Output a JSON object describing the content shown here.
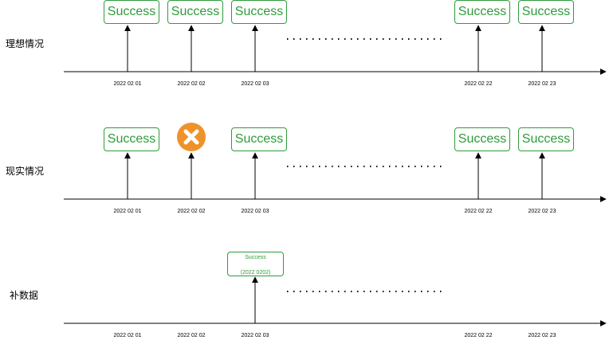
{
  "colors": {
    "success": "#2e9c3a",
    "failure": "#f0922a",
    "axis": "#000000"
  },
  "rows": [
    {
      "label": "理想情况",
      "dates": [
        "2022 02 01",
        "2022 02 02",
        "2022 02 03",
        "2022 02 22",
        "2022 02 23"
      ],
      "events": [
        "Success",
        "Success",
        "Success",
        "Success",
        "Success"
      ]
    },
    {
      "label": "现实情况",
      "dates": [
        "2022 02 01",
        "2022 02 02",
        "2022 02 03",
        "2022 02 22",
        "2022 02 23"
      ],
      "events": [
        "Success",
        "failure-icon",
        "Success",
        "Success",
        "Success"
      ]
    },
    {
      "label": "补数据",
      "dates": [
        "2022 02 01",
        "2022 02 02",
        "2022 02 03",
        "2022 02 22",
        "2022 02 23"
      ],
      "backfill": {
        "status": "Success",
        "date": "(2022 0202)"
      }
    }
  ],
  "ellipsis_icon": "dotted-ellipsis"
}
